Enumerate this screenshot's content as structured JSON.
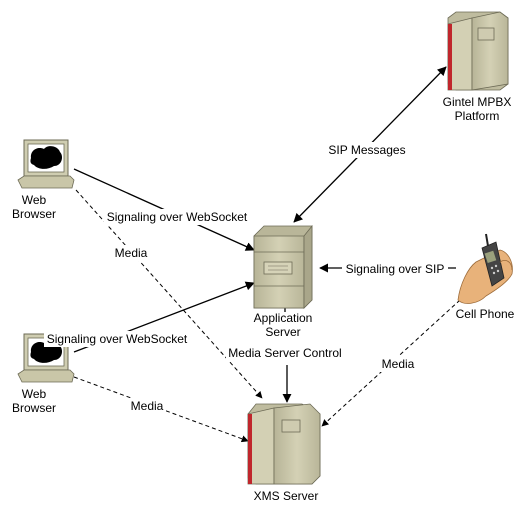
{
  "nodes": {
    "gintel": {
      "line1": "Gintel MPBX",
      "line2": "Platform"
    },
    "browser_top": {
      "line1": "Web",
      "line2": "Browser"
    },
    "browser_bottom": {
      "line1": "Web",
      "line2": "Browser"
    },
    "app_server": {
      "line1": "Application",
      "line2": "Server"
    },
    "cell_phone": {
      "label": "Cell Phone"
    },
    "xms_server": {
      "label": "XMS Server"
    }
  },
  "edges": {
    "sip_messages": "SIP Messages",
    "ws_top": "Signaling over WebSocket",
    "media_top": "Media",
    "signaling_sip": "Signaling over SIP",
    "ws_bottom": "Signaling over WebSocket",
    "media_server_control": "Media Server Control",
    "media_phone": "Media",
    "media_bottom": "Media"
  },
  "colors": {
    "server_body": "#c9c6a8",
    "server_dark": "#a9a68a",
    "server_accent": "#c0262c",
    "phone_body": "#444444",
    "hand": "#e8b27a",
    "screen_black": "#000000"
  }
}
